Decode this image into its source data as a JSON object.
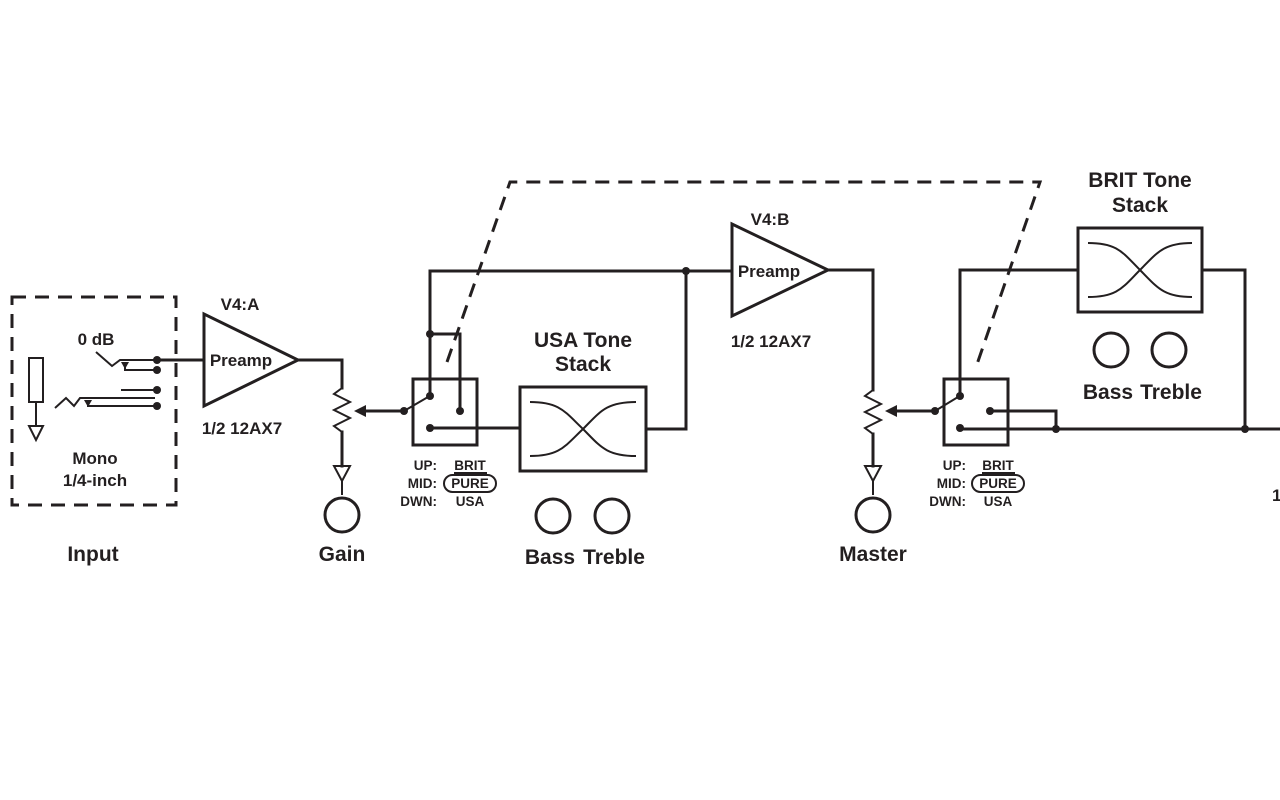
{
  "labels": {
    "input_section": "Input",
    "mono": "Mono",
    "quarter_inch": "1/4-inch",
    "zero_db": "0 dB",
    "v4a": "V4:A",
    "v4b": "V4:B",
    "preamp_a": "Preamp",
    "preamp_b": "Preamp",
    "tube_a": "1/2 12AX7",
    "tube_b": "1/2 12AX7",
    "gain": "Gain",
    "master": "Master",
    "usa_stack_line1": "USA Tone",
    "usa_stack_line2": "Stack",
    "brit_stack_line1": "BRIT Tone",
    "brit_stack_line2": "Stack",
    "usa_bass": "Bass",
    "usa_treble": "Treble",
    "brit_bass": "Bass",
    "brit_treble": "Treble",
    "edge_fragment": "1"
  },
  "switch1": {
    "up": "UP:",
    "mid": "MID:",
    "dwn": "DWN:",
    "up_val": "BRIT",
    "mid_val": "PURE",
    "dwn_val": "USA"
  },
  "switch2": {
    "up": "UP:",
    "mid": "MID:",
    "dwn": "DWN:",
    "up_val": "BRIT",
    "mid_val": "PURE",
    "dwn_val": "USA"
  },
  "colors": {
    "ink": "#231f20",
    "background": "#ffffff"
  }
}
